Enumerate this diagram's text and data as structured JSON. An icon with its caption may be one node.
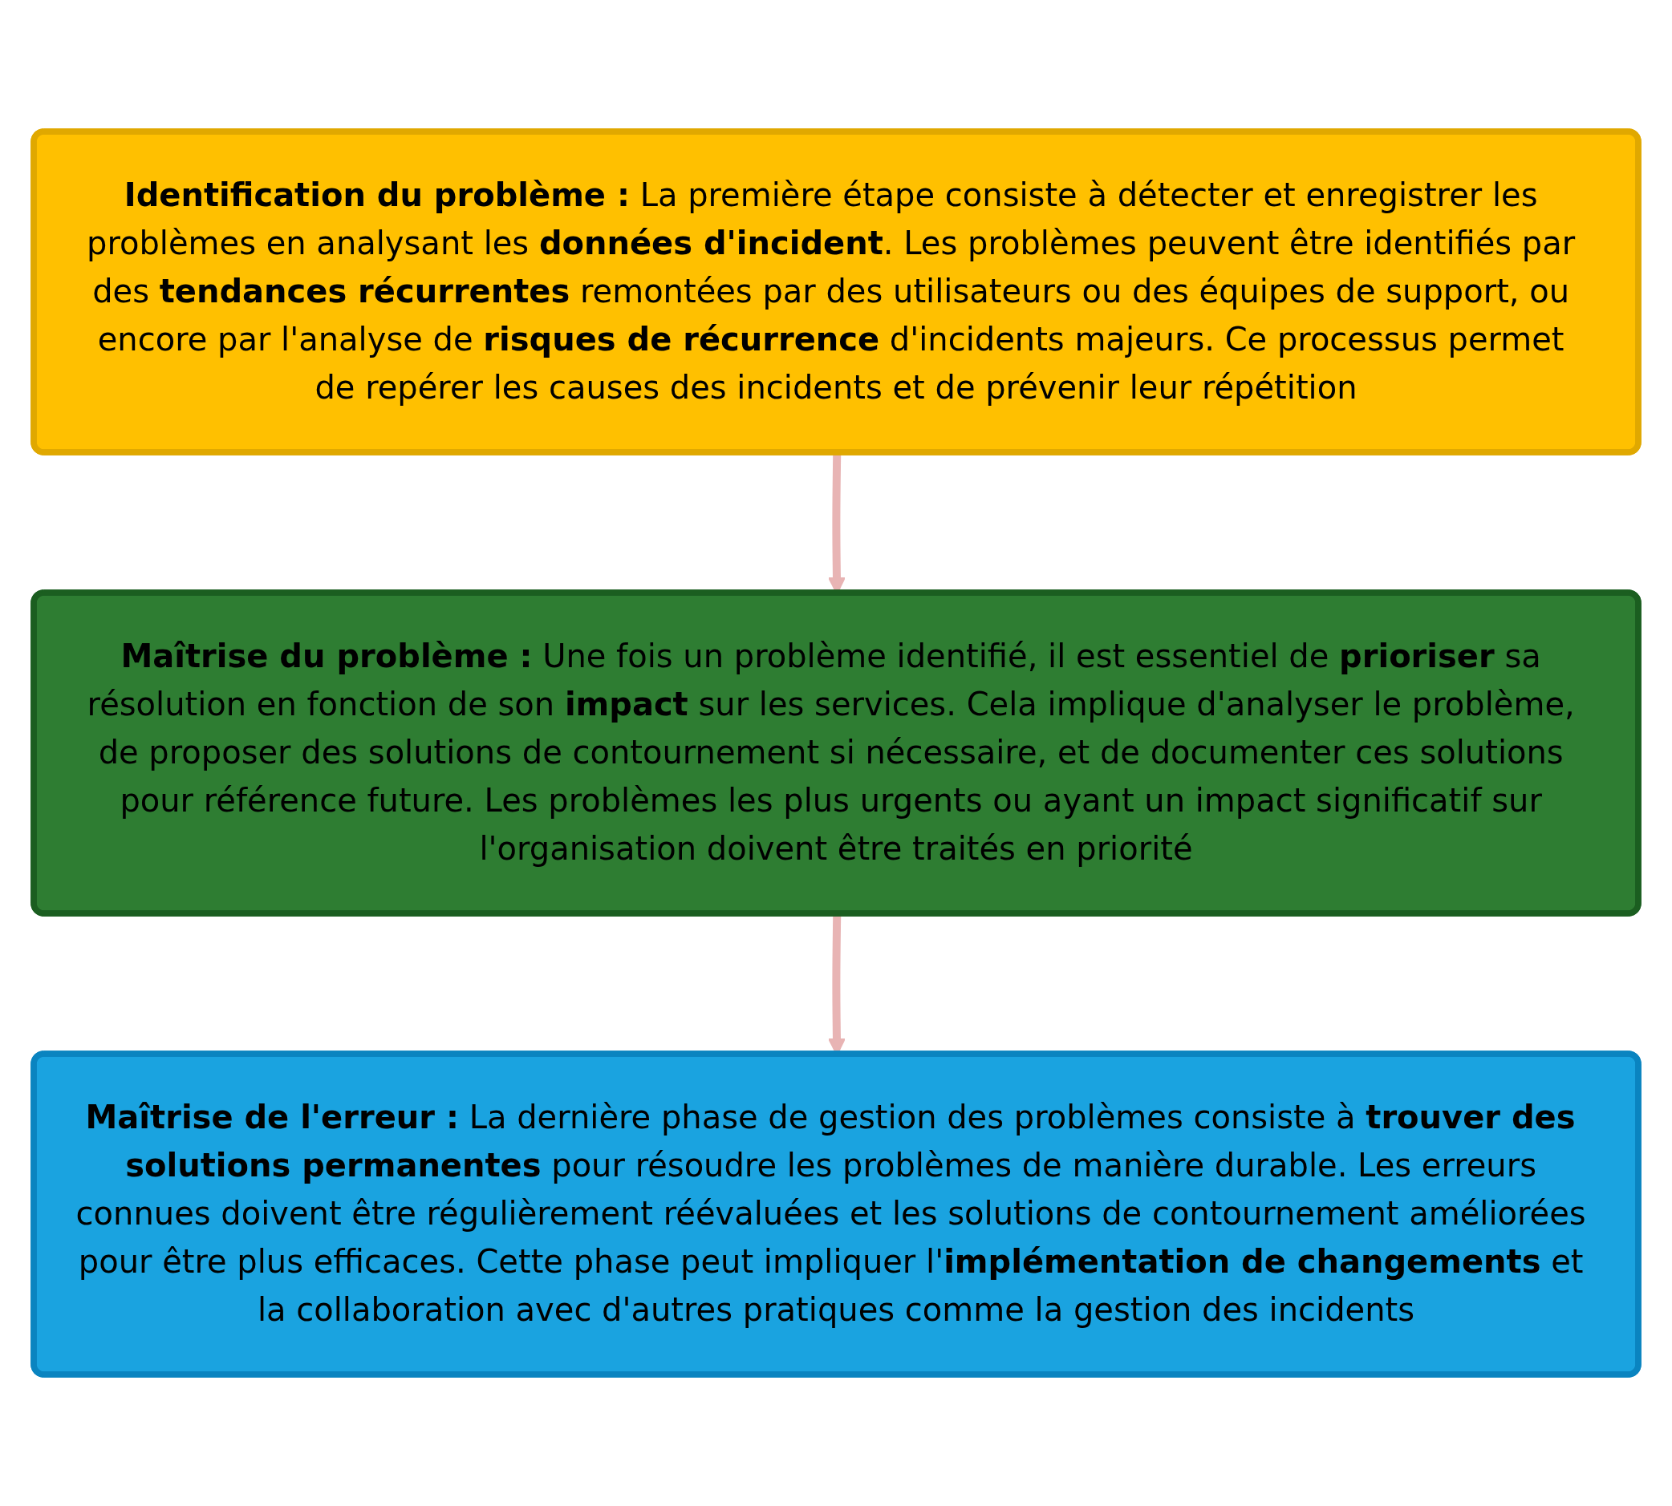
{
  "diagram": {
    "nodes": [
      {
        "text": [
          "**Identification du problème :** La première étape consiste à détecter et enregistrer les problèmes en analysant les **données d'incident**. Les problèmes peuvent être identifiés par des **tendances récurrentes** remontées par des utilisateurs ou des équipes de support, ou encore par l'analyse de **risques de récurrence** d'incidents majeurs. Ce processus permet de repérer les causes des incidents et de prévenir leur répétition"
        ]
      },
      {
        "text": [
          "**Maîtrise du problème :** Une fois un problème identifié, il est essentiel de **prioriser** sa résolution en fonction de son **impact** sur les services. Cela implique d'analyser le problème, de proposer des solutions de contournement si nécessaire, et de documenter ces solutions pour référence future. Les problèmes les plus urgents ou ayant un impact significatif sur l'organisation doivent être traités en priorité"
        ]
      },
      {
        "text": [
          "**Maîtrise de l'erreur :** La dernière phase de gestion des problèmes consiste à **trouver des solutions permanentes** pour résoudre les problèmes de manière durable. Les erreurs connues doivent être régulièrement réévaluées et les solutions de contournement améliorées pour être plus efficaces. Cette phase peut impliquer l'**implémentation de changements** et la collaboration avec d'autres pratiques comme la gestion des incidents"
        ]
      }
    ],
    "edges": [
      {
        "from": 0,
        "to": 1,
        "arrow": "to"
      },
      {
        "from": 1,
        "to": 2,
        "arrow": "to"
      }
    ]
  }
}
